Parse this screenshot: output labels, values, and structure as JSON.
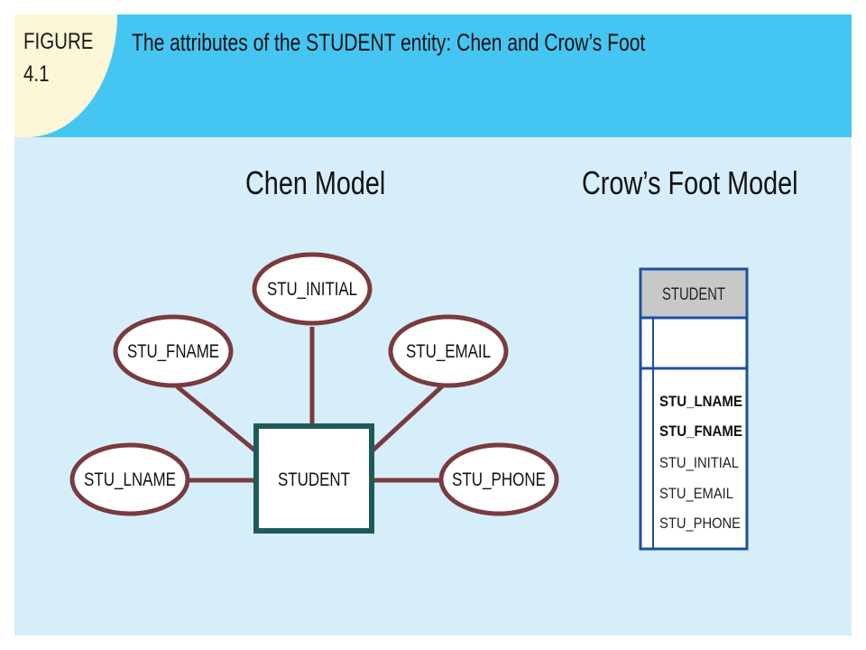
{
  "figure": {
    "label": "FIGURE",
    "number": "4.1",
    "title": "The attributes of the STUDENT entity: Chen and Crow’s Foot"
  },
  "chen": {
    "title": "Chen Model",
    "entity": "STUDENT",
    "attributes": [
      "STU_INITIAL",
      "STU_FNAME",
      "STU_EMAIL",
      "STU_LNAME",
      "STU_PHONE"
    ]
  },
  "crowsfoot": {
    "title": "Crow’s Foot Model",
    "entity": "STUDENT",
    "attributes": [
      {
        "name": "STU_LNAME",
        "bold": true
      },
      {
        "name": "STU_FNAME",
        "bold": true
      },
      {
        "name": "STU_INITIAL",
        "bold": false
      },
      {
        "name": "STU_EMAIL",
        "bold": false
      },
      {
        "name": "STU_PHONE",
        "bold": false
      }
    ]
  },
  "colors": {
    "header": "#45c6f2",
    "background": "#d6eef9",
    "figure_tab": "#fcf7d6",
    "connector": "#7a3a3e",
    "entity_border": "#1f5a5a",
    "table_border": "#1d4fa0",
    "table_header": "#c8c8c8"
  }
}
